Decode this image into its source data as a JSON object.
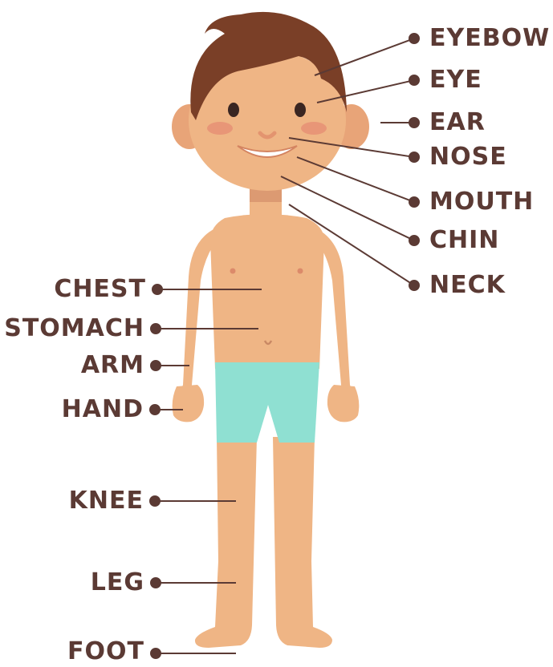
{
  "labels": {
    "eyebow": "EYEBOW",
    "eye": "EYE",
    "ear": "EAR",
    "nose": "NOSE",
    "mouth": "MOUTH",
    "chin": "CHIN",
    "neck": "NECK",
    "chest": "CHEST",
    "stomach": "STOMACH",
    "arm": "ARM",
    "hand": "HAND",
    "knee": "KNEE",
    "leg": "LEG",
    "foot": "FOOT"
  },
  "colors": {
    "label_text": "#5b3a34",
    "leader_line": "#5b3a34",
    "skin": "#efb585",
    "skin_shadow": "#dc9a72",
    "hair": "#7a3f27",
    "shorts": "#8fe0d2",
    "cheek": "#e68c73"
  }
}
